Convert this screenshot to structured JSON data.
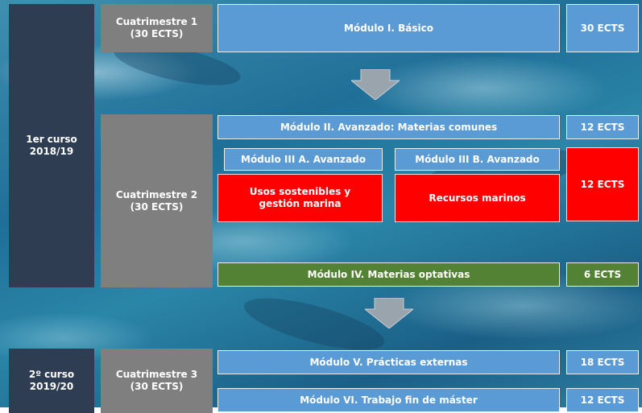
{
  "year1": {
    "label": "1er curso\n2018/19"
  },
  "year2": {
    "label": "2º curso\n2019/20"
  },
  "sem1": {
    "label": "Cuatrimestre 1\n(30 ECTS)"
  },
  "sem2": {
    "label": "Cuatrimestre 2\n(30 ECTS)"
  },
  "sem3": {
    "label": "Cuatrimestre 3\n(30 ECTS)"
  },
  "modules": {
    "m1": {
      "label": "Módulo I. Básico",
      "ects": "30 ECTS"
    },
    "m2": {
      "label": "Módulo II. Avanzado: Materias comunes",
      "ects": "12 ECTS"
    },
    "m3a": {
      "label": "Módulo III A. Avanzado",
      "sub": "Usos sostenibles y\ngestión marina"
    },
    "m3b": {
      "label": "Módulo III B. Avanzado",
      "sub": "Recursos marinos"
    },
    "m3_ects": "12 ECTS",
    "m4": {
      "label": "Módulo IV. Materias optativas",
      "ects": "6 ECTS"
    },
    "m5": {
      "label": "Módulo V. Prácticas externas",
      "ects": "18 ECTS"
    },
    "m6": {
      "label": "Módulo VI. Trabajo fin de máster",
      "ects": "12 ECTS"
    }
  },
  "colors": {
    "module": "#5b9bd5",
    "specialty": "#ff0000",
    "optional": "#548235",
    "semester": "#7f7f7f",
    "year": "#2e3d52"
  }
}
